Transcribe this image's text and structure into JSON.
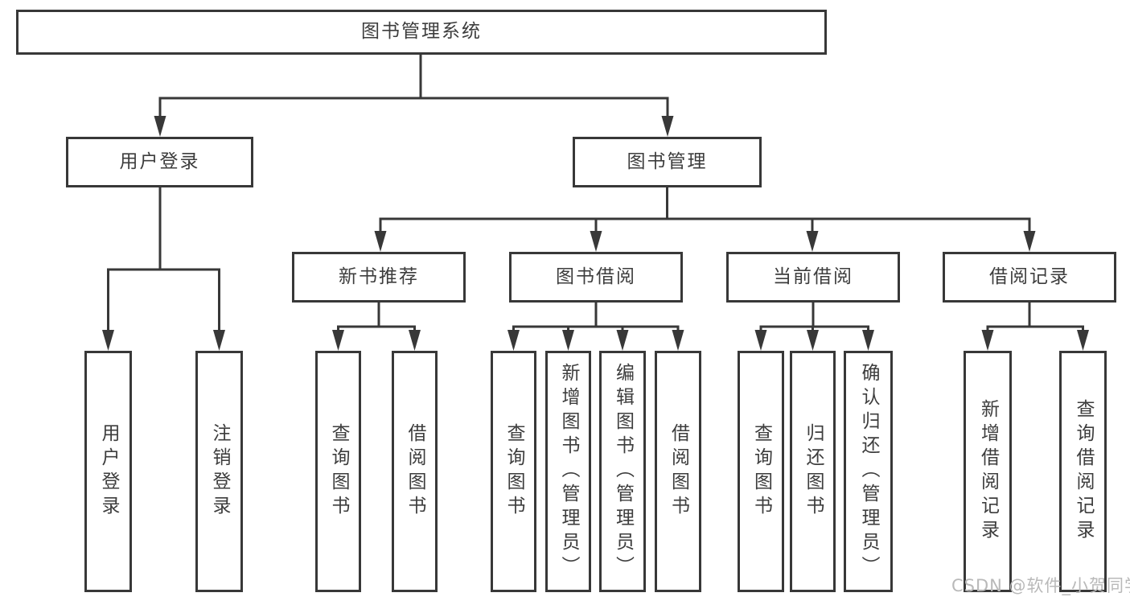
{
  "watermark": "CSDN @软件_小贺同学",
  "colors": {
    "line": "#383838",
    "box_border": "#383838",
    "text": "#3d3d3d",
    "watermark": "#b9b9b9",
    "background": "#ffffff"
  },
  "diagram": {
    "root": {
      "label": "图书管理系统"
    },
    "branches": [
      {
        "label": "用户登录",
        "children": [
          {
            "label": "用户登录"
          },
          {
            "label": "注销登录"
          }
        ]
      },
      {
        "label": "图书管理",
        "children": [
          {
            "label": "新书推荐",
            "children": [
              {
                "label": "查询图书"
              },
              {
                "label": "借阅图书"
              }
            ]
          },
          {
            "label": "图书借阅",
            "children": [
              {
                "label": "查询图书"
              },
              {
                "label": "新增图书（管理员）"
              },
              {
                "label": "编辑图书（管理员）"
              },
              {
                "label": "借阅图书"
              }
            ]
          },
          {
            "label": "当前借阅",
            "children": [
              {
                "label": "查询图书"
              },
              {
                "label": "归还图书"
              },
              {
                "label": "确认归还（管理员）"
              }
            ]
          },
          {
            "label": "借阅记录",
            "children": [
              {
                "label": "新增借阅记录"
              },
              {
                "label": "查询借阅记录"
              }
            ]
          }
        ]
      }
    ]
  }
}
